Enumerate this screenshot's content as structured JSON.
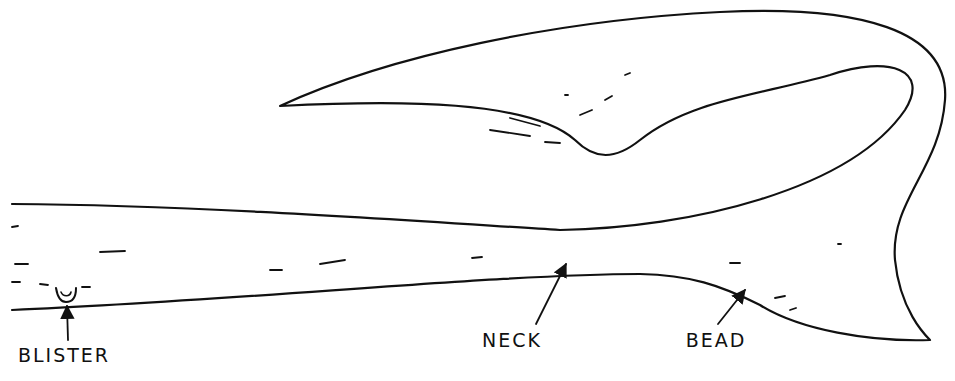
{
  "diagram": {
    "labels": [
      "BLISTER",
      "NECK",
      "BEAD"
    ]
  }
}
